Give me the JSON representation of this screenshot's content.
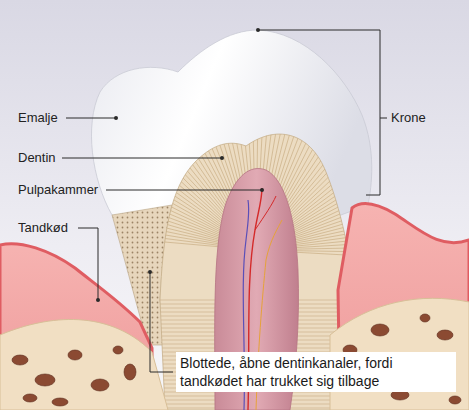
{
  "diagram": {
    "labels": [
      "Emalje",
      "Dentin",
      "Pulpakammer",
      "Tandkød",
      "Krone",
      "Blottede, åbne dentinkanaler, fordi tandkødet har trukket sig tilbage"
    ]
  }
}
